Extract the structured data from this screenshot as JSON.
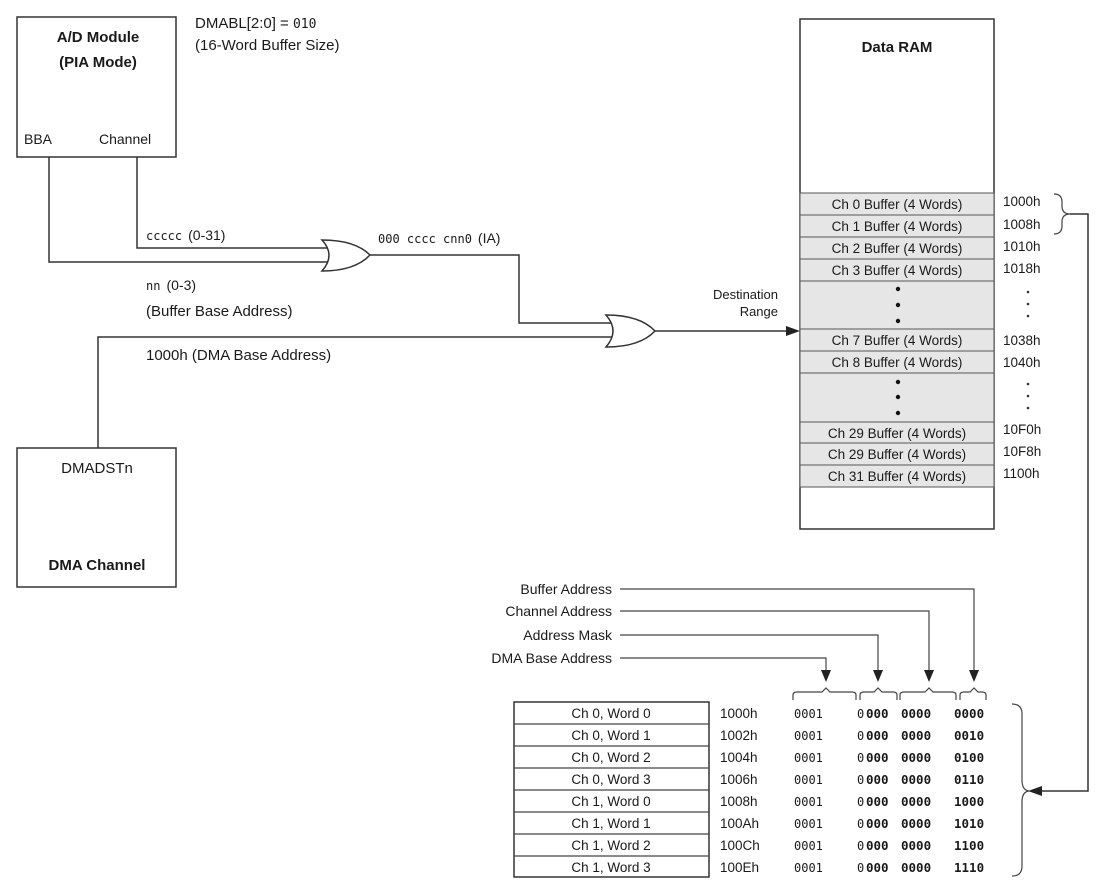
{
  "ad_module": {
    "title_line1": "A/D Module",
    "title_line2": "(PIA Mode)",
    "bba_label": "BBA",
    "channel_label": "Channel"
  },
  "dmabl": {
    "prefix": "DMABL[2:0] = ",
    "value": "010",
    "note": "(16-Word Buffer Size)"
  },
  "signals": {
    "ccccc_code": "ccccc",
    "ccccc_range": "(0-31)",
    "ia_code": "000 cccc cnn0",
    "ia_label": "(IA)",
    "nn_code": "nn",
    "nn_range": "(0-3)",
    "buffer_base": "(Buffer Base Address)",
    "dma_base": "1000h (DMA Base Address)",
    "destination_line1": "Destination",
    "destination_line2": "Range"
  },
  "dma_channel": {
    "reg_label": "DMADSTn",
    "title": "DMA Channel"
  },
  "data_ram": {
    "title": "Data RAM",
    "rows": [
      {
        "label": "Ch 0 Buffer (4 Words)",
        "addr": "1000h"
      },
      {
        "label": "Ch 1 Buffer (4 Words)",
        "addr": "1008h"
      },
      {
        "label": "Ch 2 Buffer (4 Words)",
        "addr": "1010h"
      },
      {
        "label": "Ch 3 Buffer (4 Words)",
        "addr": "1018h"
      },
      {
        "label": "Ch 7 Buffer (4 Words)",
        "addr": "1038h"
      },
      {
        "label": "Ch 8 Buffer (4 Words)",
        "addr": "1040h"
      },
      {
        "label": "Ch 29 Buffer (4 Words)",
        "addr": "10F0h"
      },
      {
        "label": "Ch 29 Buffer (4 Words)",
        "addr": "10F8h"
      },
      {
        "label": "Ch 31 Buffer (4 Words)",
        "addr": "1100h"
      }
    ]
  },
  "address_fields": {
    "buffer_address": "Buffer Address",
    "channel_address": "Channel Address",
    "address_mask": "Address Mask",
    "dma_base_address": "DMA Base Address"
  },
  "word_table": [
    {
      "label": "Ch 0, Word 0",
      "addr": "1000h",
      "b1": "0001",
      "b2a": "0",
      "b2b": "000",
      "b3": "0000",
      "b4": "0000"
    },
    {
      "label": "Ch 0, Word 1",
      "addr": "1002h",
      "b1": "0001",
      "b2a": "0",
      "b2b": "000",
      "b3": "0000",
      "b4": "0010"
    },
    {
      "label": "Ch 0, Word 2",
      "addr": "1004h",
      "b1": "0001",
      "b2a": "0",
      "b2b": "000",
      "b3": "0000",
      "b4": "0100"
    },
    {
      "label": "Ch 0, Word 3",
      "addr": "1006h",
      "b1": "0001",
      "b2a": "0",
      "b2b": "000",
      "b3": "0000",
      "b4": "0110"
    },
    {
      "label": "Ch 1, Word 0",
      "addr": "1008h",
      "b1": "0001",
      "b2a": "0",
      "b2b": "000",
      "b3": "0000",
      "b4": "1000"
    },
    {
      "label": "Ch 1, Word 1",
      "addr": "100Ah",
      "b1": "0001",
      "b2a": "0",
      "b2b": "000",
      "b3": "0000",
      "b4": "1010"
    },
    {
      "label": "Ch 1, Word 2",
      "addr": "100Ch",
      "b1": "0001",
      "b2a": "0",
      "b2b": "000",
      "b3": "0000",
      "b4": "1100"
    },
    {
      "label": "Ch 1, Word 3",
      "addr": "100Eh",
      "b1": "0001",
      "b2a": "0",
      "b2b": "000",
      "b3": "0000",
      "b4": "1110"
    }
  ]
}
